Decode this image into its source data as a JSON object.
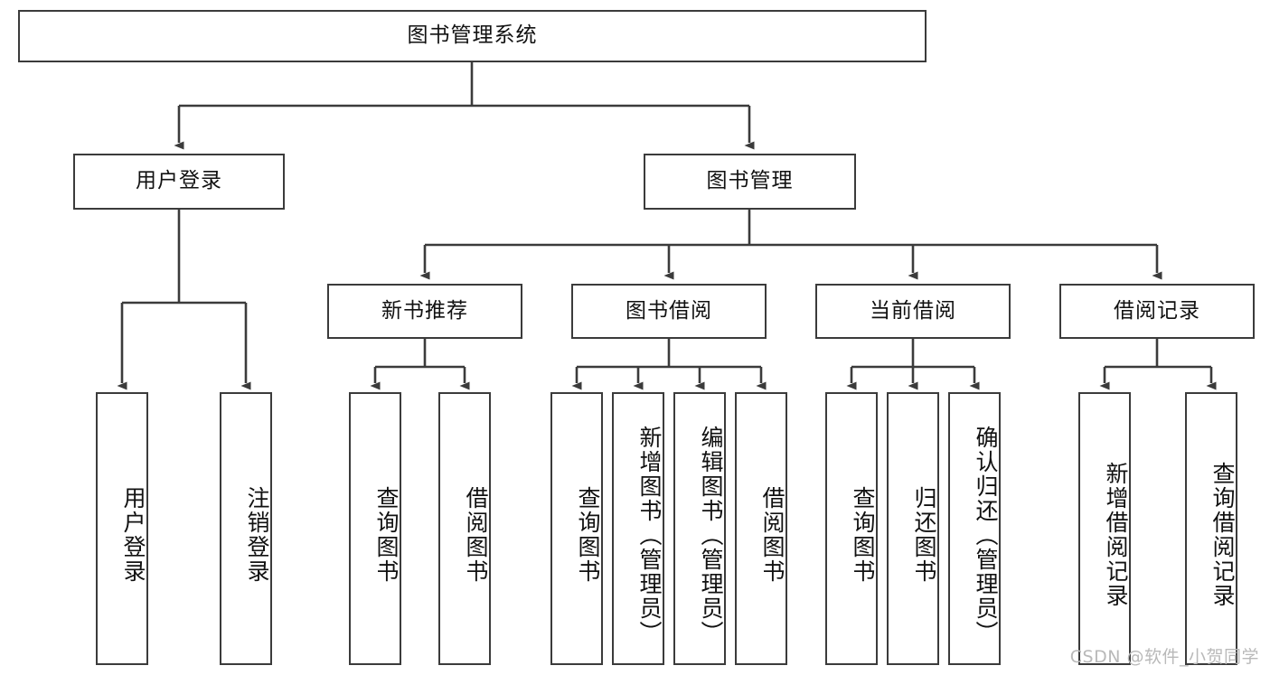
{
  "diagram": {
    "type": "tree-hierarchy-flowchart",
    "title": "图书管理系统",
    "watermark": "CSDN @软件_小贺同学",
    "colors": {
      "box_border": "#3b3b3b",
      "box_fill": "#ffffff",
      "edge": "#3b3b3b",
      "text": "#111111",
      "watermark": "#b9b9b9"
    },
    "levels": {
      "root": {
        "label": "图书管理系统"
      },
      "level2": [
        {
          "id": "login",
          "label": "用户登录"
        },
        {
          "id": "bookmgmt",
          "label": "图书管理"
        }
      ],
      "level3": [
        {
          "id": "newbook",
          "label": "新书推荐"
        },
        {
          "id": "borrow",
          "label": "图书借阅"
        },
        {
          "id": "current",
          "label": "当前借阅"
        },
        {
          "id": "records",
          "label": "借阅记录"
        }
      ],
      "leaves": [
        {
          "id": "leaf-1",
          "parent": "login",
          "label": "用户登录"
        },
        {
          "id": "leaf-2",
          "parent": "login",
          "label": "注销登录"
        },
        {
          "id": "leaf-3",
          "parent": "newbook",
          "label": "查询图书"
        },
        {
          "id": "leaf-4",
          "parent": "newbook",
          "label": "借阅图书"
        },
        {
          "id": "leaf-5",
          "parent": "borrow",
          "label": "查询图书"
        },
        {
          "id": "leaf-6",
          "parent": "borrow",
          "label": "新增图书（管理员）"
        },
        {
          "id": "leaf-7",
          "parent": "borrow",
          "label": "编辑图书（管理员）"
        },
        {
          "id": "leaf-8",
          "parent": "borrow",
          "label": "借阅图书"
        },
        {
          "id": "leaf-9",
          "parent": "current",
          "label": "查询图书"
        },
        {
          "id": "leaf-10",
          "parent": "current",
          "label": "归还图书"
        },
        {
          "id": "leaf-11",
          "parent": "current",
          "label": "确认归还（管理员）"
        },
        {
          "id": "leaf-12",
          "parent": "records",
          "label": "新增借阅记录"
        },
        {
          "id": "leaf-13",
          "parent": "records",
          "label": "查询借阅记录"
        }
      ]
    }
  }
}
